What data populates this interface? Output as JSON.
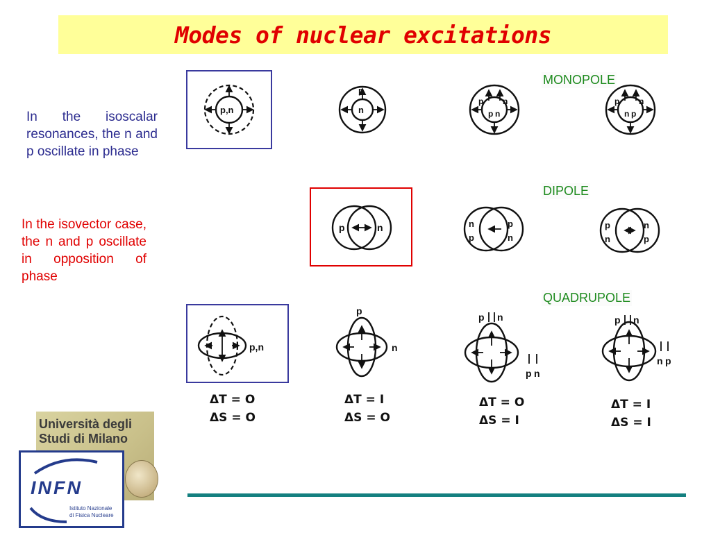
{
  "slide": {
    "title": "Modes of nuclear excitations",
    "isoscalar_text": "In the isoscalar resonances, the n and p oscillate in phase",
    "isovector_text": "In the isovector case, the n and p oscillate in opposition of phase",
    "colors": {
      "title": "#e00000",
      "title_bg": "#ffff99",
      "isoscalar": "#2b2b8f",
      "mode_label": "#1d8a1d",
      "divider": "#148080"
    }
  },
  "modes": {
    "monopole": "MONOPOLE",
    "dipole": "DIPOLE",
    "quadrupole": "QUADRUPOLE"
  },
  "diagram_labels": {
    "pn": "p,n",
    "p": "p",
    "n": "n",
    "pp": "p",
    "nn": "n"
  },
  "quantum_numbers": [
    {
      "dT": "ΔT = O",
      "dS": "ΔS = O"
    },
    {
      "dT": "ΔT = I",
      "dS": "ΔS = O"
    },
    {
      "dT": "ΔT = O",
      "dS": "ΔS = I"
    },
    {
      "dT": "ΔT = I",
      "dS": "ΔS = I"
    }
  ],
  "logos": {
    "unimi": "Università degli\nStudi di Milano",
    "infn": "INFN",
    "infn_sub": "Istituto Nazionale\ndi Fisica Nucleare"
  }
}
